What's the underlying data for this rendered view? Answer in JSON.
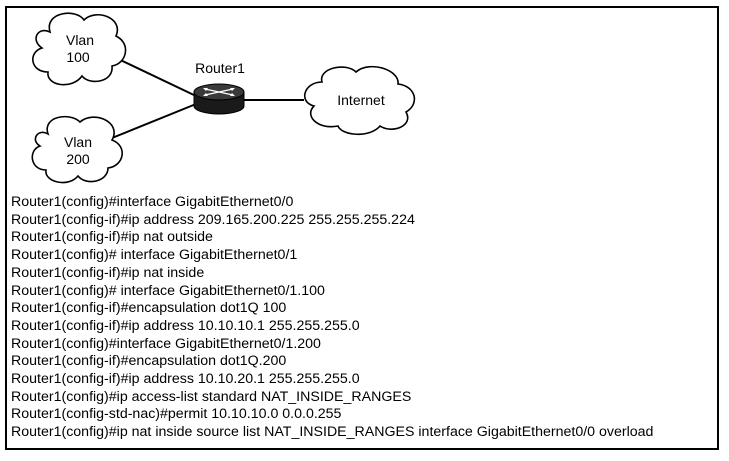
{
  "diagram": {
    "nodes": {
      "vlan100": {
        "label_line1": "Vlan",
        "label_line2": "100"
      },
      "vlan200": {
        "label_line1": "Vlan",
        "label_line2": "200"
      },
      "router": {
        "label": "Router1"
      },
      "internet": {
        "label": "Internet"
      }
    },
    "edges": [
      {
        "from": "vlan100",
        "to": "router"
      },
      {
        "from": "vlan200",
        "to": "router"
      },
      {
        "from": "router",
        "to": "internet"
      }
    ],
    "colors": {
      "stroke": "#000000",
      "router_body": "#1a1a1a",
      "background": "#ffffff"
    }
  },
  "config_lines": [
    "Router1(config)#interface GigabitEthernet0/0",
    "Router1(config-if)#ip address 209.165.200.225 255.255.255.224",
    "Router1(config-if)#ip nat outside",
    "Router1(config)# interface GigabitEthernet0/1",
    "Router1(config-if)#ip nat inside",
    "Router1(config)# interface GigabitEthernet0/1.100",
    "Router1(config-if)#encapsulation dot1Q 100",
    "Router1(config-if)#ip address 10.10.10.1 255.255.255.0",
    "Router1(config)#interface GigabitEthernet0/1.200",
    "Router1(config-if)#encapsulation dot1Q.200",
    "Router1(config-if)#ip address 10.10.20.1 255.255.255.0",
    "Router1(config)#ip access-list standard NAT_INSIDE_RANGES",
    "Router1(config-std-nac)#permit 10.10.10.0 0.0.0.255",
    "Router1(config)#ip nat inside source list NAT_INSIDE_RANGES interface GigabitEthernet0/0 overload"
  ]
}
